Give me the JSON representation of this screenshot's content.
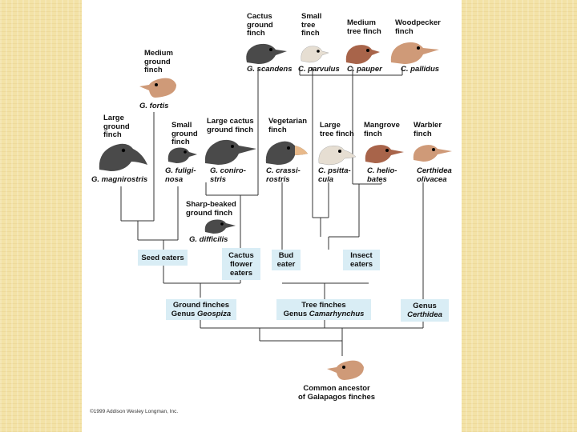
{
  "species": {
    "cactus_ground_finch": {
      "name": "Cactus\nground\nfinch",
      "latin": "G. scandens"
    },
    "small_tree_finch": {
      "name": "Small\ntree\nfinch",
      "latin": "C. parvulus"
    },
    "medium_tree_finch": {
      "name": "Medium\ntree finch",
      "latin": "C. pauper"
    },
    "woodpecker_finch": {
      "name": "Woodpecker\nfinch",
      "latin": "C. pallidus"
    },
    "medium_ground_finch": {
      "name": "Medium\nground\nfinch",
      "latin": "G. fortis"
    },
    "large_ground_finch": {
      "name": "Large\nground\nfinch",
      "latin": "G. magnirostris"
    },
    "small_ground_finch": {
      "name": "Small\nground\nfinch",
      "latin": "G. fuligi-\nnosa"
    },
    "large_cactus_ground_finch": {
      "name": "Large cactus\nground finch",
      "latin": "G. coniro-\nstris"
    },
    "vegetarian_finch": {
      "name": "Vegetarian\nfinch",
      "latin": "C. crassi-\nrostris"
    },
    "large_tree_finch": {
      "name": "Large\ntree finch",
      "latin": "C. psitta-\ncula"
    },
    "mangrove_finch": {
      "name": "Mangrove\nfinch",
      "latin": "C. helio-\nbates"
    },
    "warbler_finch": {
      "name": "Warbler\nfinch",
      "latin": "Certhidea\nolivacea"
    },
    "sharp_beaked_ground_finch": {
      "name": "Sharp-beaked\nground finch",
      "latin": "G. difficilis"
    }
  },
  "diet_groups": {
    "seed_eaters": "Seed eaters",
    "cactus_flower_eaters": "Cactus\nflower\neaters",
    "bud_eater": "Bud\neater",
    "insect_eaters": "Insect\neaters"
  },
  "genera": {
    "ground": {
      "label": "Ground finches",
      "genus_prefix": "Genus ",
      "genus": "Geospiza"
    },
    "tree": {
      "label": "Tree finches",
      "genus_prefix": "Genus ",
      "genus": "Camarhynchus"
    },
    "certhidea": {
      "label": "Genus",
      "genus": "Certhidea"
    }
  },
  "ancestor": "Common ancestor\nof Galapagos finches",
  "copyright": "©1999 Addison Wesley Longman, Inc.",
  "colors": {
    "page_bg": "#f3e2a6",
    "panel": "#ffffff",
    "box_fill": "#d9edf5",
    "line": "#333333",
    "dark_finch": "#4a4a4a",
    "brown_finch": "#a8644a",
    "light_finch": "#e6ded2",
    "tan_finch": "#cf9a78"
  }
}
